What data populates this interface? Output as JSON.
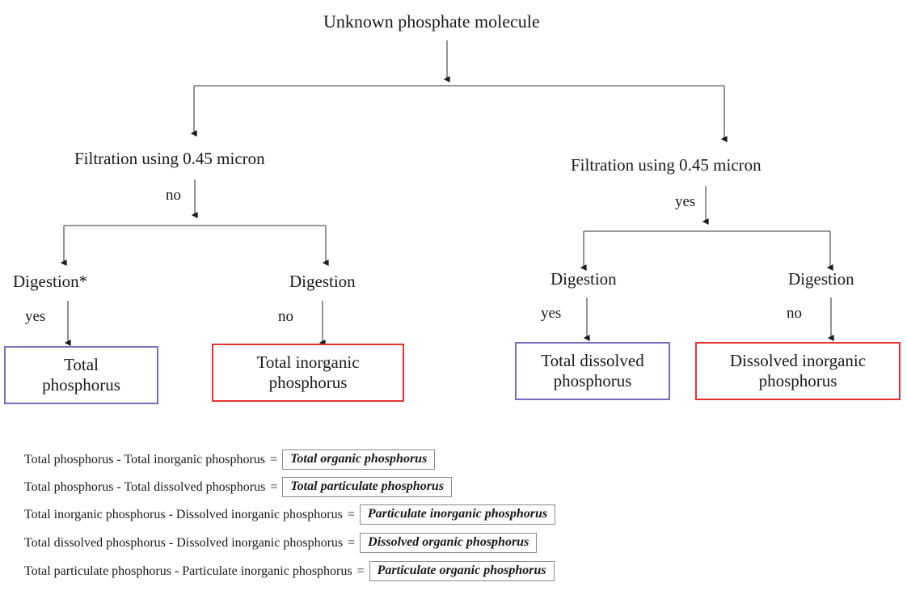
{
  "diagram": {
    "title": "Unknown phosphate molecule",
    "level1": [
      {
        "label": "Filtration using 0.45 micron",
        "branch_label": "no"
      },
      {
        "label": "Filtration using 0.45 micron",
        "branch_label": "yes"
      }
    ],
    "level2": [
      {
        "label": "Digestion*",
        "branch_label": "yes"
      },
      {
        "label": "Digestion",
        "branch_label": "no"
      },
      {
        "label": "Digestion",
        "branch_label": "yes"
      },
      {
        "label": "Digestion",
        "branch_label": "no"
      }
    ],
    "outcomes": [
      {
        "line1": "Total",
        "line2": "phosphorus",
        "color": "#7b6bbf"
      },
      {
        "line1": "Total inorganic",
        "line2": "phosphorus",
        "color": "#e33434"
      },
      {
        "line1": "Total dissolved",
        "line2": "phosphorus",
        "color": "#7b6bbf"
      },
      {
        "line1": "Dissolved inorganic",
        "line2": "phosphorus",
        "color": "#e33434"
      }
    ],
    "colors": {
      "purple": "#7b6bbf",
      "red": "#e33434",
      "wire": "#3a3a3a",
      "result_border": "#8c8c8c"
    }
  },
  "equations": [
    {
      "left": "Total phosphorus - Total inorganic phosphorus",
      "eq": "=",
      "result": "Total organic phosphorus"
    },
    {
      "left": "Total phosphorus - Total dissolved phosphorus",
      "eq": "=",
      "result": "Total particulate phosphorus"
    },
    {
      "left": "Total inorganic phosphorus - Dissolved inorganic phosphorus",
      "eq": "=",
      "result": "Particulate inorganic phosphorus"
    },
    {
      "left": "Total dissolved phosphorus - Dissolved inorganic phosphorus",
      "eq": "=",
      "result": "Dissolved organic phosphorus"
    },
    {
      "left": "Total particulate phosphorus - Particulate inorganic phosphorus",
      "eq": "=",
      "result": "Particulate organic phosphorus"
    }
  ]
}
